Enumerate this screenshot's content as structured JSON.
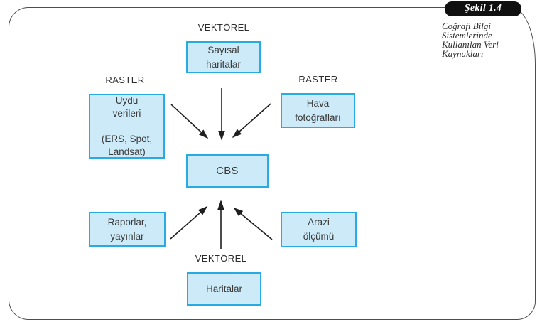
{
  "figure": {
    "label": "Şekil 1.4",
    "caption": "Coğrafi Bilgi\nSistemlerinde\nKullanılan Veri\nKaynakları"
  },
  "diagram": {
    "type_labels": {
      "top": "VEKTÖREL",
      "left": "RASTER",
      "right": "RASTER",
      "bottom": "VEKTÖREL"
    },
    "nodes": {
      "sayisal": {
        "label": "Sayısal\nharitalar"
      },
      "uydu": {
        "label": "Uydu\nverileri\n\n(ERS, Spot,\nLandsat)"
      },
      "hava": {
        "label": "Hava\nfotoğrafları"
      },
      "cbs": {
        "label": "CBS"
      },
      "raporlar": {
        "label": "Raporlar,\nyayınlar"
      },
      "arazi": {
        "label": "Arazi\nölçümü"
      },
      "haritalar": {
        "label": "Haritalar"
      }
    },
    "edges": [
      {
        "from": "sayisal",
        "to": "cbs"
      },
      {
        "from": "uydu",
        "to": "cbs"
      },
      {
        "from": "hava",
        "to": "cbs"
      },
      {
        "from": "raporlar",
        "to": "cbs"
      },
      {
        "from": "arazi",
        "to": "cbs"
      },
      {
        "from": "haritalar",
        "to": "cbs"
      }
    ],
    "colors": {
      "node_fill": "#cdeaf8",
      "node_border": "#29abe2",
      "arrow": "#1f1f1f",
      "badge_bg": "#101010",
      "badge_text": "#ffffff"
    }
  }
}
